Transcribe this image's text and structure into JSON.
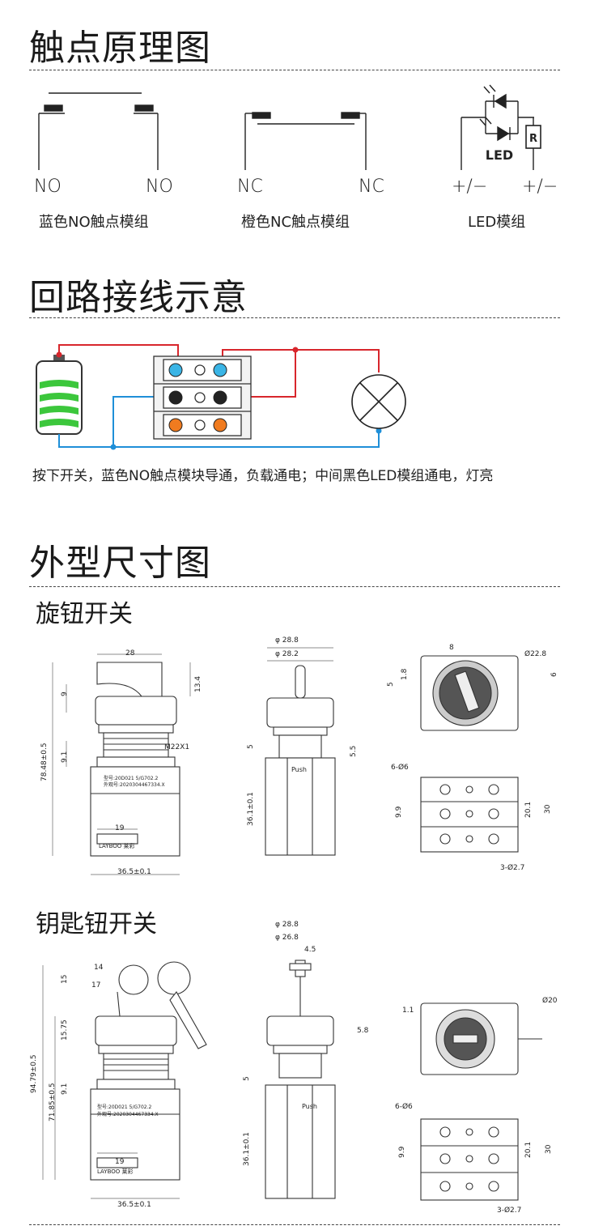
{
  "sections": {
    "contact_principle": "触点原理图",
    "wiring": "回路接线示意",
    "dimensions": "外型尺寸图"
  },
  "contacts": {
    "no_left": "NO",
    "no_right": "NO",
    "no_caption": "蓝色NO触点模组",
    "nc_left": "NC",
    "nc_right": "NC",
    "nc_caption": "橙色NC触点模组",
    "led_symbol": "LED",
    "resistor_symbol": "R",
    "led_left": "+/−",
    "led_right": "+/−",
    "led_caption": "LED模组"
  },
  "wiring_note": "按下开关，蓝色NO触点模块导通，负载通电；中间黑色LED模组通电，灯亮",
  "rotary": {
    "title": "旋钮开关",
    "d_28": "28",
    "d_9": "9",
    "d_13_4": "13.4",
    "d_9_1": "9.1",
    "d_m22": "M22X1",
    "d_78": "78.48±0.5",
    "d_19": "19",
    "d_36_5": "36.5±0.1",
    "d_phi288": "φ 28.8",
    "d_phi282": "φ 28.2",
    "d_5": "5",
    "d_5_5": "5.5",
    "d_36_1": "36.1±0.1",
    "push": "Push",
    "d_8": "8",
    "d_phi228": "Ø22.8",
    "d_1_8": "1.8",
    "d_top5": "5",
    "d_6": "6",
    "d_6phi6": "6-Ø6",
    "d_9_9": "9.9",
    "d_20_1": "20.1",
    "d_30": "30",
    "d_3phi27": "3-Ø2.7",
    "plate_1": "型号:20D021 5/G702.2",
    "plate_2": "外观号:2020304467334.X",
    "brand": "LAYBOO 莱彩"
  },
  "key": {
    "title": "钥匙钮开关",
    "d_14": "14",
    "d_15": "15",
    "d_17": "17",
    "d_15_75": "15.75",
    "d_94": "94.79±0.5",
    "d_71": "71.85±0.5",
    "d_9_1": "9.1",
    "d_19": "19",
    "d_36_5": "36.5±0.1",
    "d_phi288": "φ 28.8",
    "d_phi268": "φ 26.8",
    "d_4_5": "4.5",
    "d_5_8": "5.8",
    "d_5": "5",
    "d_36_1": "36.1±0.1",
    "push": "Push",
    "d_1_1": "1.1",
    "d_phi20": "Ø20",
    "d_6phi6": "6-Ø6",
    "d_9_9": "9.9",
    "d_20_1": "20.1",
    "d_30": "30",
    "d_3phi27": "3-Ø2.7",
    "plate_1": "型号:20D021 5/G702.2",
    "plate_2": "外观号:2020304467334.X",
    "brand": "LAYBOO 莱彩"
  }
}
